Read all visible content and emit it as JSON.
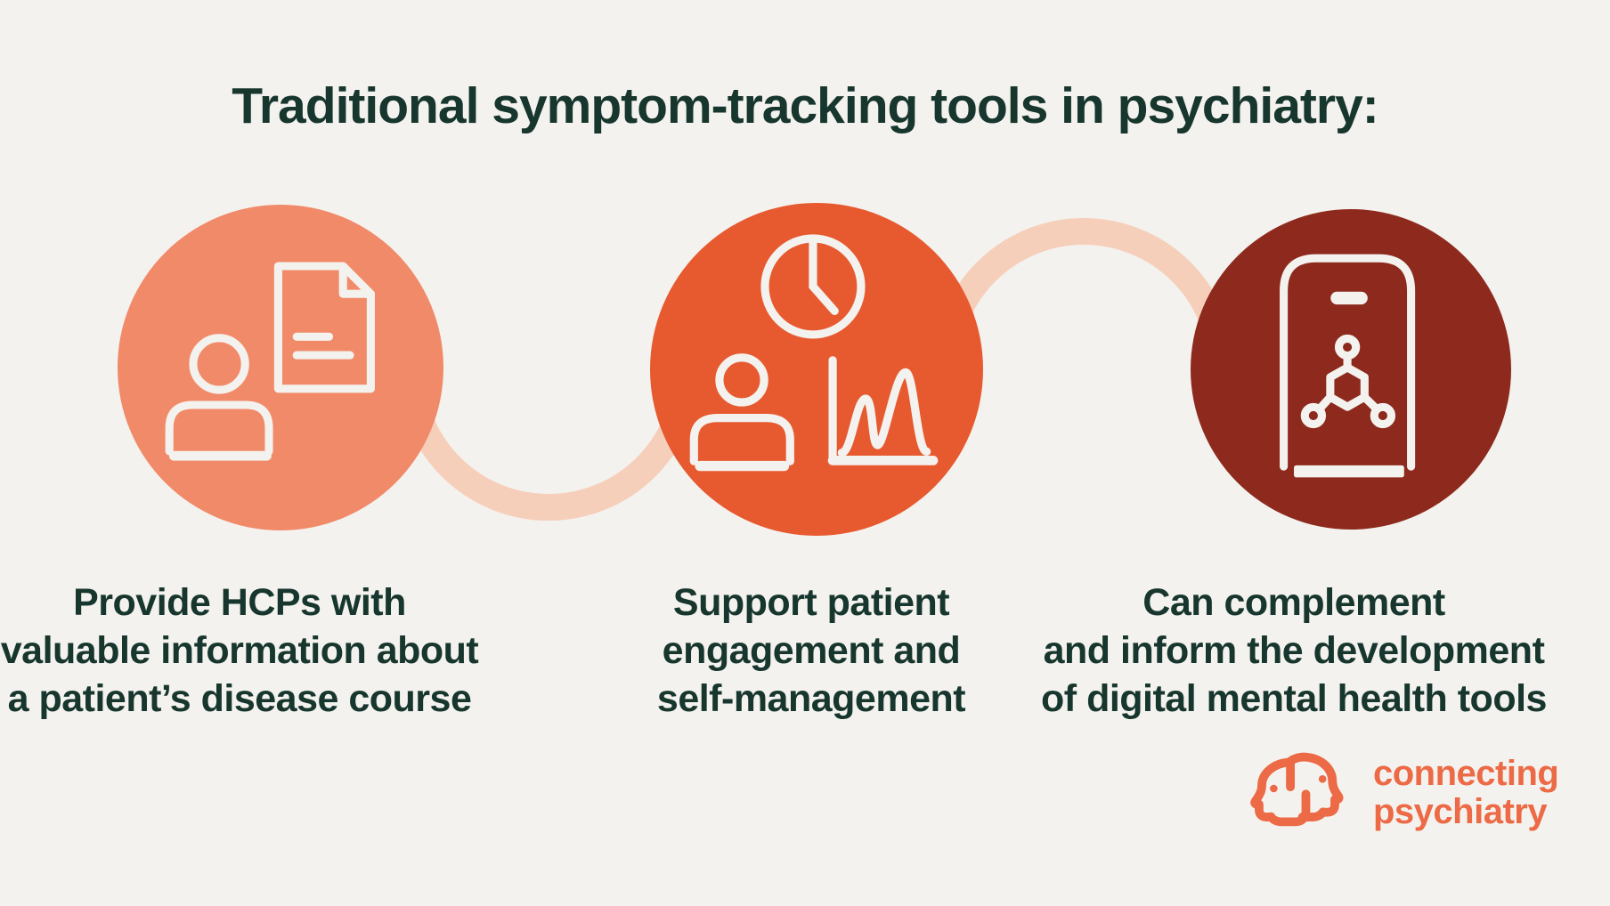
{
  "title": "Traditional symptom-tracking tools in psychiatry:",
  "colors": {
    "background": "#F4F2EE",
    "text_dark": "#17362E",
    "circle1": "#F18A69",
    "circle2": "#E75A30",
    "circle3": "#8D291D",
    "connector": "#F6CFBB",
    "icon_stroke": "#F4F2EE",
    "logo_orange": "#EC6A45"
  },
  "items": [
    {
      "icon": "person-document-icon",
      "caption": "Provide HCPs with\nvaluable information about\na patient’s disease course"
    },
    {
      "icon": "clock-person-chart-icon",
      "caption": "Support patient\nengagement and\nself-management"
    },
    {
      "icon": "phone-molecule-icon",
      "caption": "Can complement\nand inform the development\nof digital mental health tools"
    }
  ],
  "logo": {
    "line1": "connecting",
    "line2": "psychiatry"
  }
}
